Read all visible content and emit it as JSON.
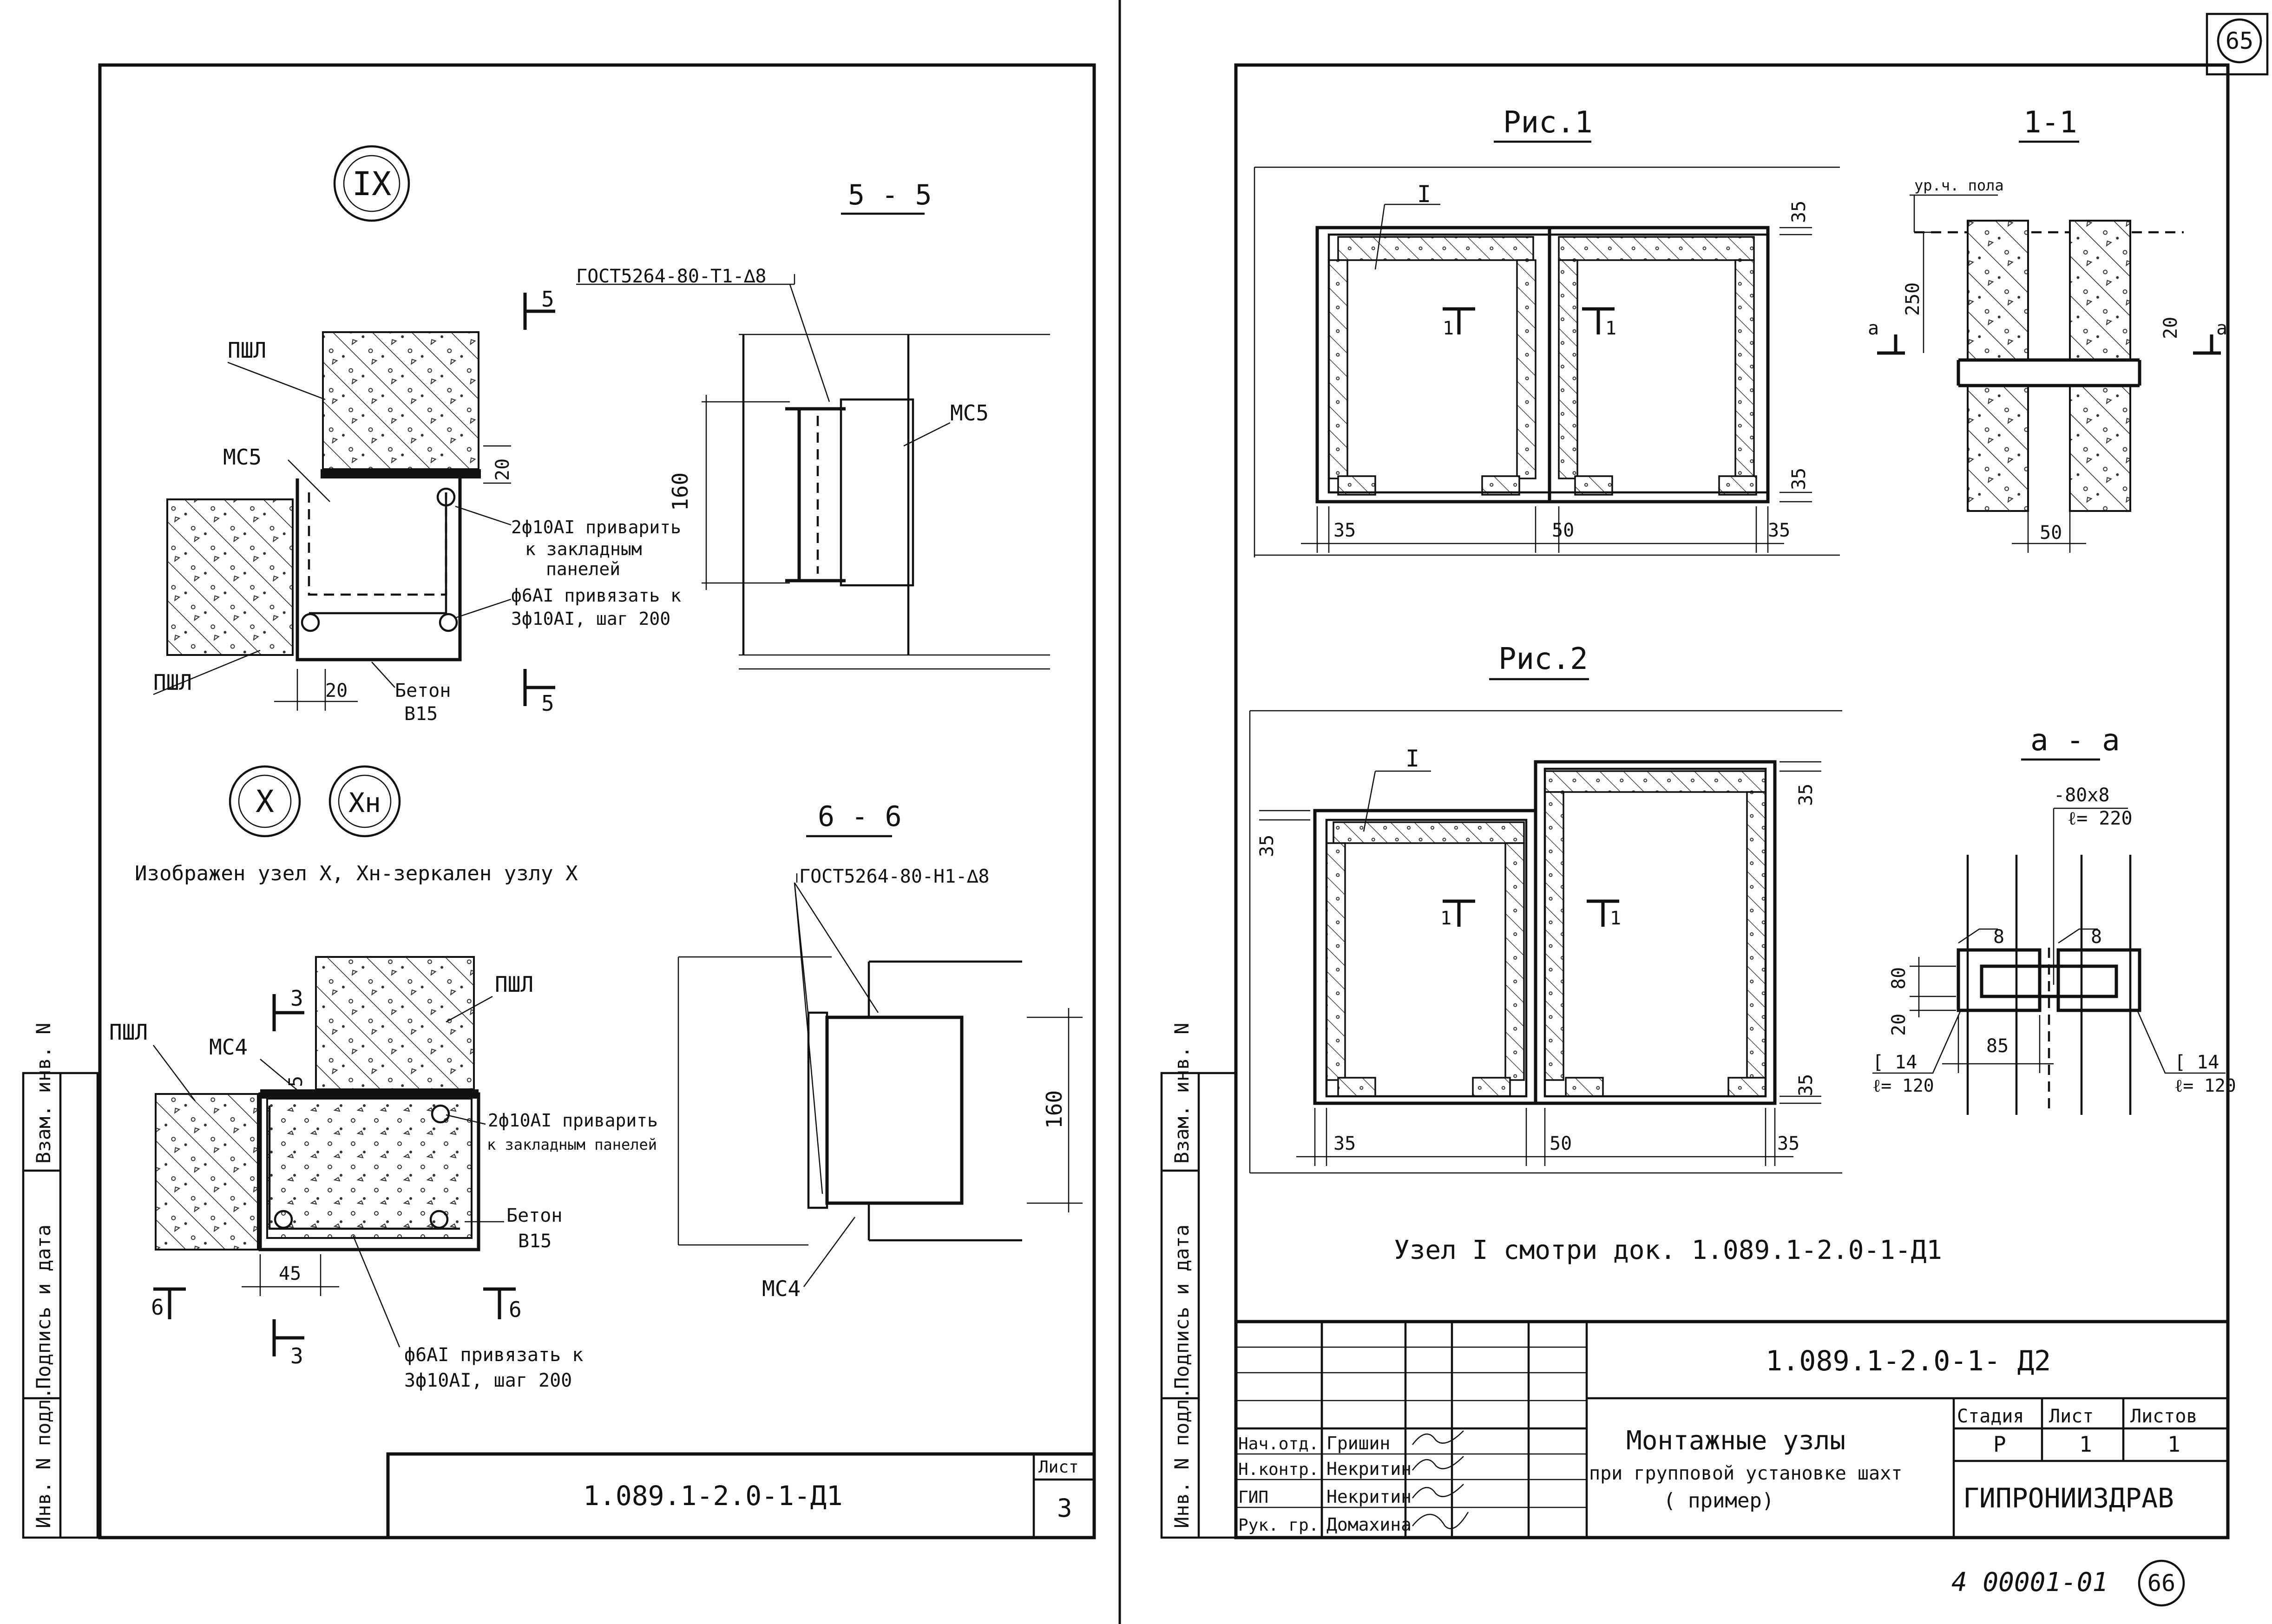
{
  "left_sheet": {
    "node_IX": {
      "marker": "IX",
      "labels": {
        "pshl_top": "ПШЛ",
        "ms5": "МС5",
        "pshl_bottom": "ПШЛ"
      },
      "dims": {
        "d20_right": "20",
        "d20_bottom": "20"
      },
      "note_weld": "2ф10АI приварить",
      "note_weld2": "к закладным",
      "note_weld3": "панелей",
      "note_tie": "ф6АI привязать к",
      "note_tie2": "3ф10АI, шаг 200",
      "concrete": "Бетон",
      "concrete_class": "В15",
      "section_mark": "5"
    },
    "section_5_5": {
      "title": "5 - 5",
      "gost": "ГОСТ5264-80-Т1-∆8",
      "ms5": "МС5",
      "dim": "160"
    },
    "node_X": {
      "markers": [
        "X",
        "Xн"
      ],
      "caption": "Изображен узел X, Xн-зеркален узлу X",
      "labels": {
        "pshl_left": "ПШЛ",
        "ms4": "МС4",
        "pshl_right": "ПШЛ"
      },
      "dims": {
        "d5": "5",
        "d45": "45"
      },
      "note_weld": "2ф10АI приварить",
      "note_weld2": "к закладным панелей",
      "concrete": "Бетон",
      "concrete_class": "В15",
      "note_tie": "ф6АI привязать к",
      "note_tie2": "3ф10АI, шаг 200",
      "section_marks": {
        "s3": "3",
        "s6": "6"
      }
    },
    "section_6_6": {
      "title": "6 - 6",
      "gost": "ГОСТ5264-80-Н1-∆8",
      "ms4": "МС4",
      "dim": "160"
    },
    "side_stamp": [
      "Инв. N подл.",
      "Подпись и дата",
      "Взам. инв. N"
    ],
    "title_block": {
      "code": "1.089.1-2.0-1-Д1",
      "sheet_label": "Лист",
      "sheet_no": "3"
    }
  },
  "right_sheet": {
    "corner_badge": "65",
    "fig1": {
      "title": "Рис.1",
      "marker_I": "I",
      "section_marks": [
        "1",
        "1"
      ],
      "dims": {
        "top_right": "35",
        "bot_right": "35",
        "left": "35",
        "mid": "50",
        "right": "35"
      }
    },
    "section_1_1": {
      "title": "1-1",
      "floor_level": "ур.ч. пола",
      "dims": {
        "d250": "250",
        "d20": "20",
        "d50": "50"
      },
      "a_mark": "а"
    },
    "fig2": {
      "title": "Рис.2",
      "marker_I": "I",
      "section_marks": [
        "1",
        "1"
      ],
      "dims": {
        "top_right": "35",
        "left_top": "35",
        "bot_right": "35",
        "left": "35",
        "mid": "50",
        "right": "35"
      }
    },
    "section_a_a": {
      "title": "а - а",
      "plate": "-80х8",
      "plate_len": "ℓ= 220",
      "weld_left": "8",
      "weld_right": "8",
      "dims": {
        "d80": "80",
        "d20": "20",
        "d85": "85"
      },
      "channel_left": "[ 14",
      "channel_left_len": "ℓ= 120",
      "channel_right": "[ 14",
      "channel_right_len": "ℓ= 120"
    },
    "note": "Узел I смотри док. 1.089.1-2.0-1-Д1",
    "side_stamp": [
      "Инв. N подл.",
      "Подпись и дата",
      "Взам. инв. N"
    ],
    "title_block": {
      "code": "1.089.1-2.0-1- Д2",
      "roles": [
        "Нач.отд.",
        "Н.контр.",
        "ГИП",
        "Рук. гр."
      ],
      "names": [
        "Гришин",
        "Некритин",
        "Некритин",
        "Домахина"
      ],
      "title_line1": "Монтажные узлы",
      "title_line2": "при групповой установке шахт",
      "title_line3": "( пример)",
      "stage_label": "Стадия",
      "sheet_label": "Лист",
      "sheets_label": "Листов",
      "stage": "Р",
      "sheet": "1",
      "sheets": "1",
      "org": "ГИПРОНИИЗДРАВ"
    },
    "bottom_code": "4 00001-01",
    "page_badge": "66"
  }
}
